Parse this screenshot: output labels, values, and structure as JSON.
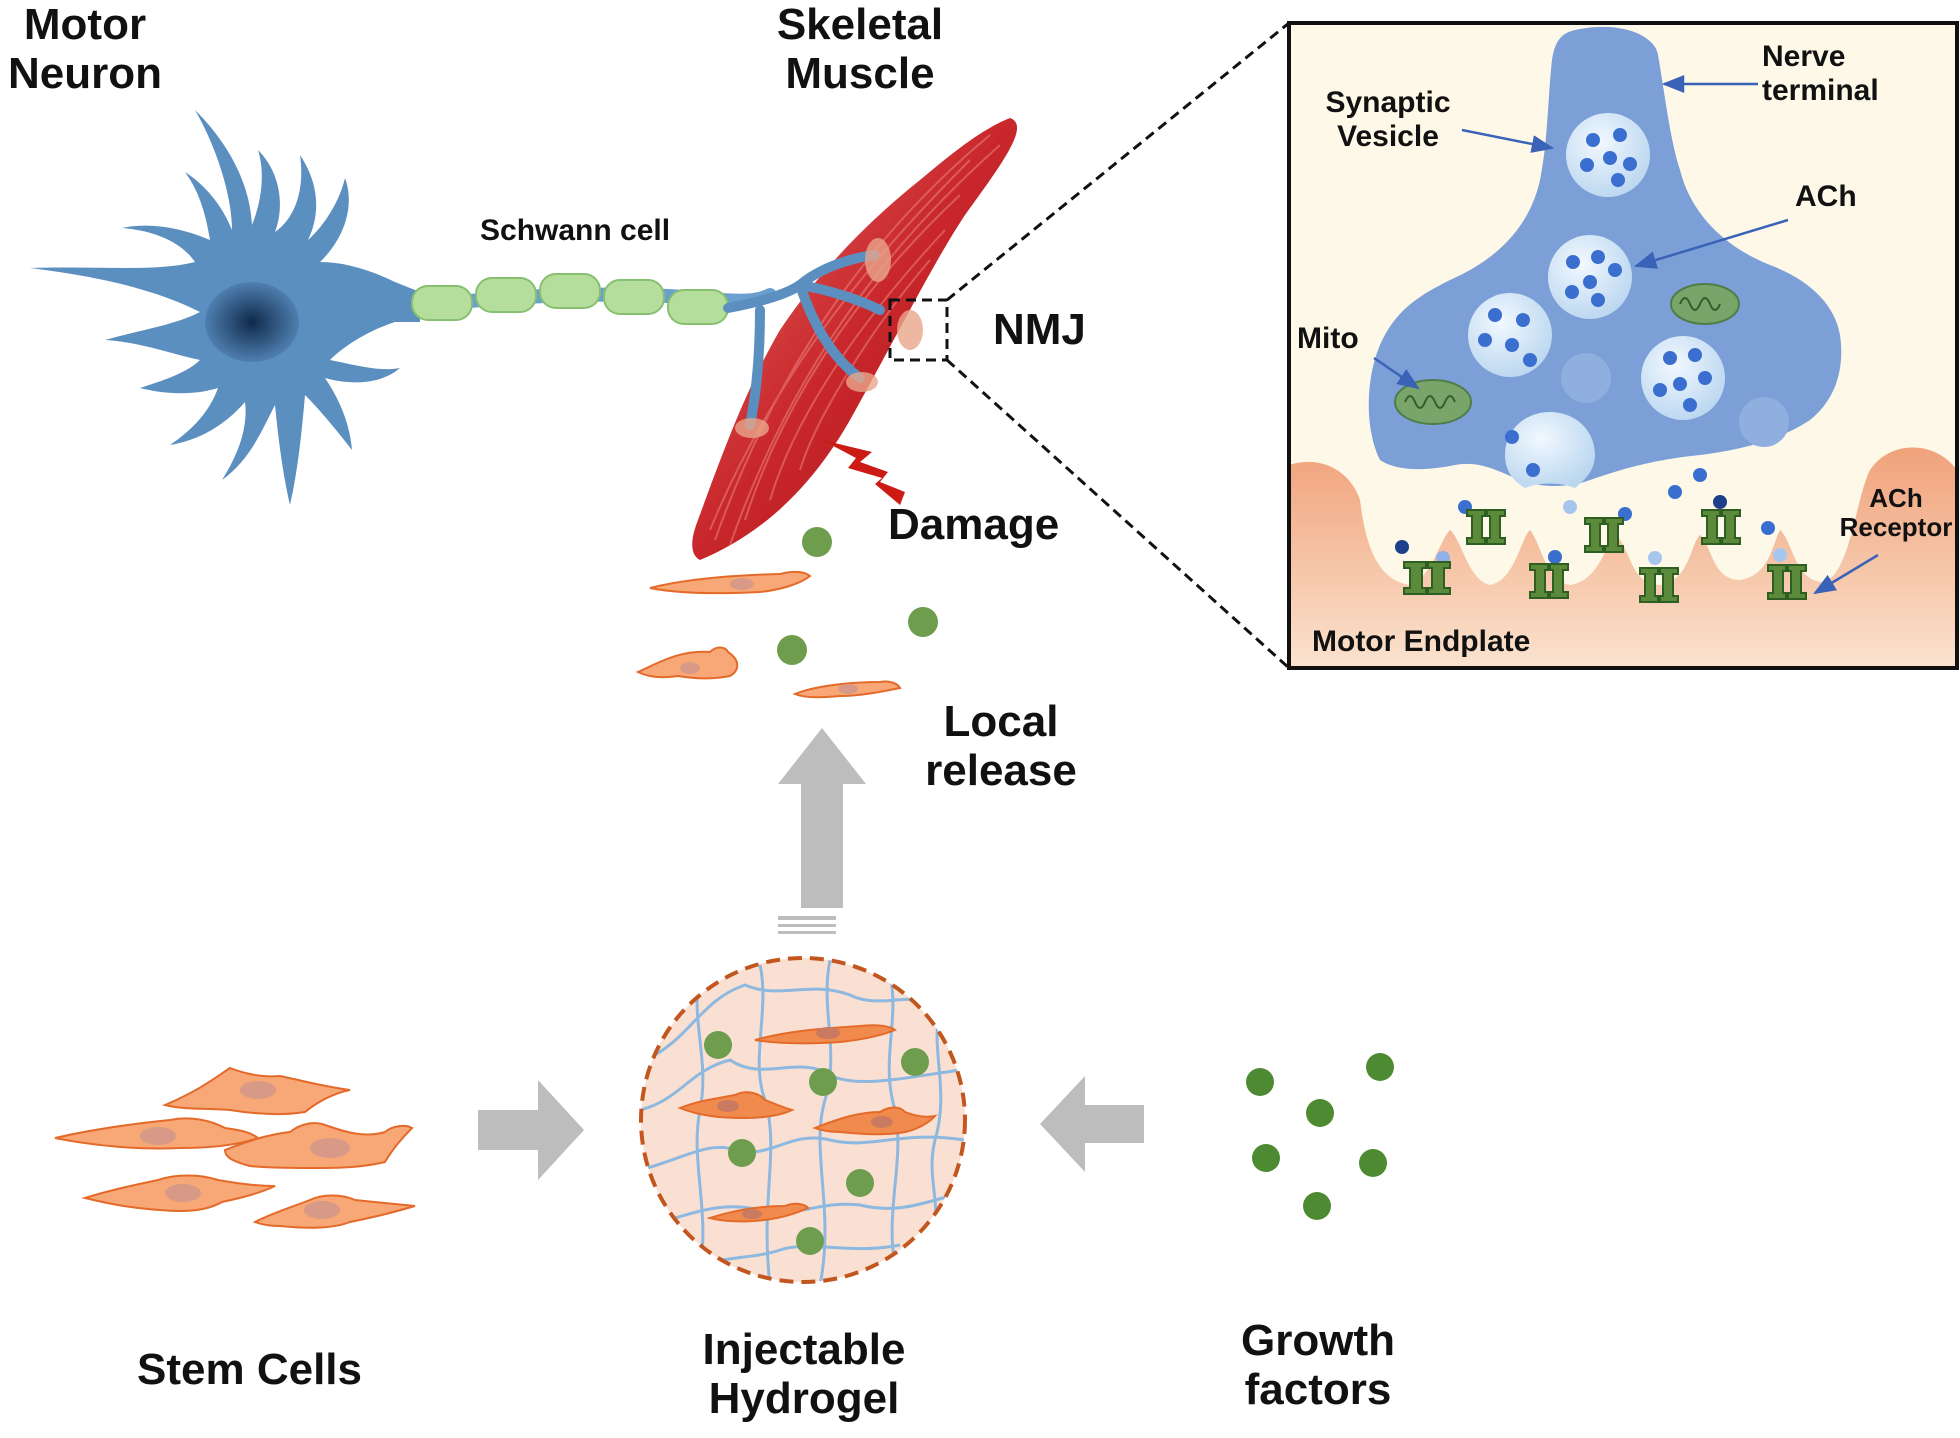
{
  "labels": {
    "motor_neuron": [
      "Motor",
      "Neuron"
    ],
    "skeletal_muscle": [
      "Skeletal",
      "Muscle"
    ],
    "schwann_cell": "Schwann cell",
    "nmj": "NMJ",
    "damage": "Damage",
    "local_release": [
      "Local",
      "release"
    ],
    "stem_cells": "Stem Cells",
    "injectable_hydrogel": [
      "Injectable",
      "Hydrogel"
    ],
    "growth_factors": [
      "Growth",
      "factors"
    ]
  },
  "inset": {
    "nerve_terminal": [
      "Nerve",
      "terminal"
    ],
    "synaptic_vesicle": [
      "Synaptic",
      "Vesicle"
    ],
    "ach": "ACh",
    "mito": "Mito",
    "ach_receptor": [
      "ACh",
      "Receptor"
    ],
    "motor_endplate": "Motor Endplate"
  },
  "colors": {
    "neuron": "#5b8fc0",
    "neuron_nucleus": "#1d3f66",
    "schwann": "#b5de9c",
    "muscle": "#c8262a",
    "damage_bolt": "#cc1a14",
    "growth_factor": "#4e8a31",
    "stem_cell": "#ee7733",
    "hydrogel_fill": "#fae0d2",
    "hydrogel_border": "#c2561e",
    "hydrogel_fiber": "#8db8e0",
    "terminal": "#7b9fd6",
    "endplate": "#f0aa80",
    "inset_bg": "#fdf8e8",
    "arrow": "#bdbdbd",
    "pointer_arrow": "#3a63b8"
  }
}
